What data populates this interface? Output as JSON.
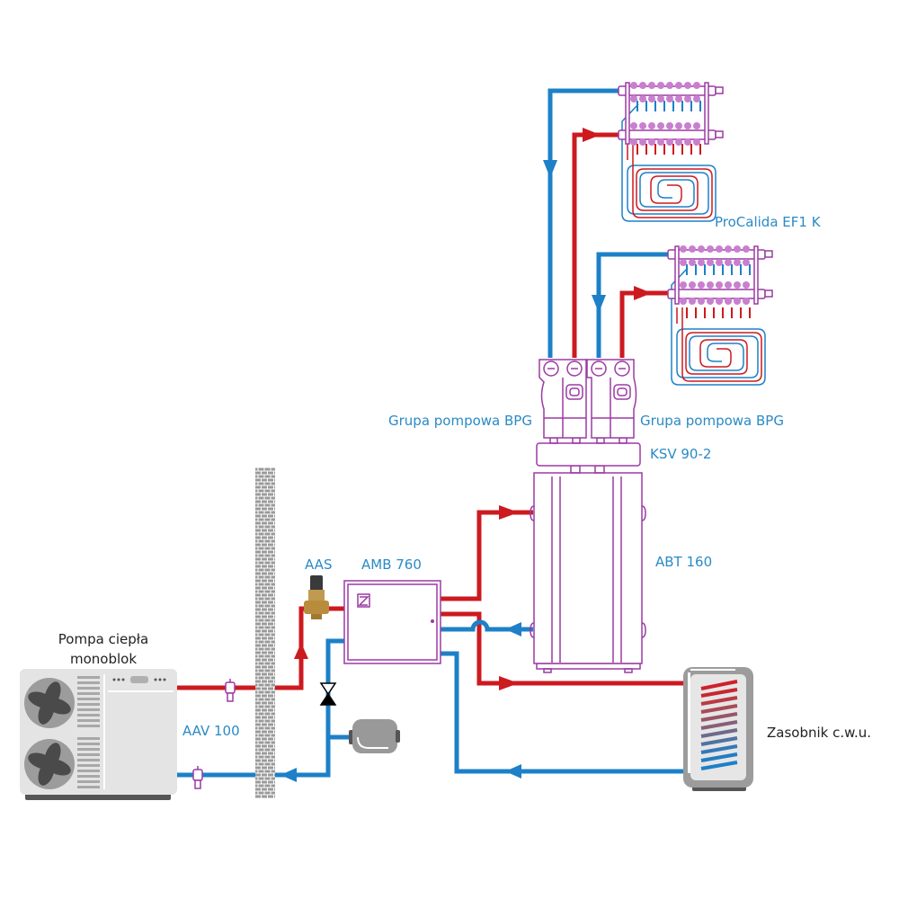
{
  "labels": {
    "heat_pump": [
      "Pompa ciepła",
      "monoblok"
    ],
    "aav": "AAV 100",
    "aas": "AAS",
    "amb": "AMB 760",
    "abt": "ABT 160",
    "ksv": "KSV 90-2",
    "bpg_left": "Grupa pompowa BPG",
    "bpg_right": "Grupa pompowa BPG",
    "procalida": "ProCalida EF1 K",
    "dhw_tank": "Zasobnik c.w.u."
  },
  "colors": {
    "supply": "#cc1a1f",
    "return": "#1d80c8",
    "component_outline": "#9b3aa3",
    "label_blue": "#2a8ac6",
    "wall_gray": "#8e8e8e",
    "unit_gray": "#e4e4e4"
  }
}
